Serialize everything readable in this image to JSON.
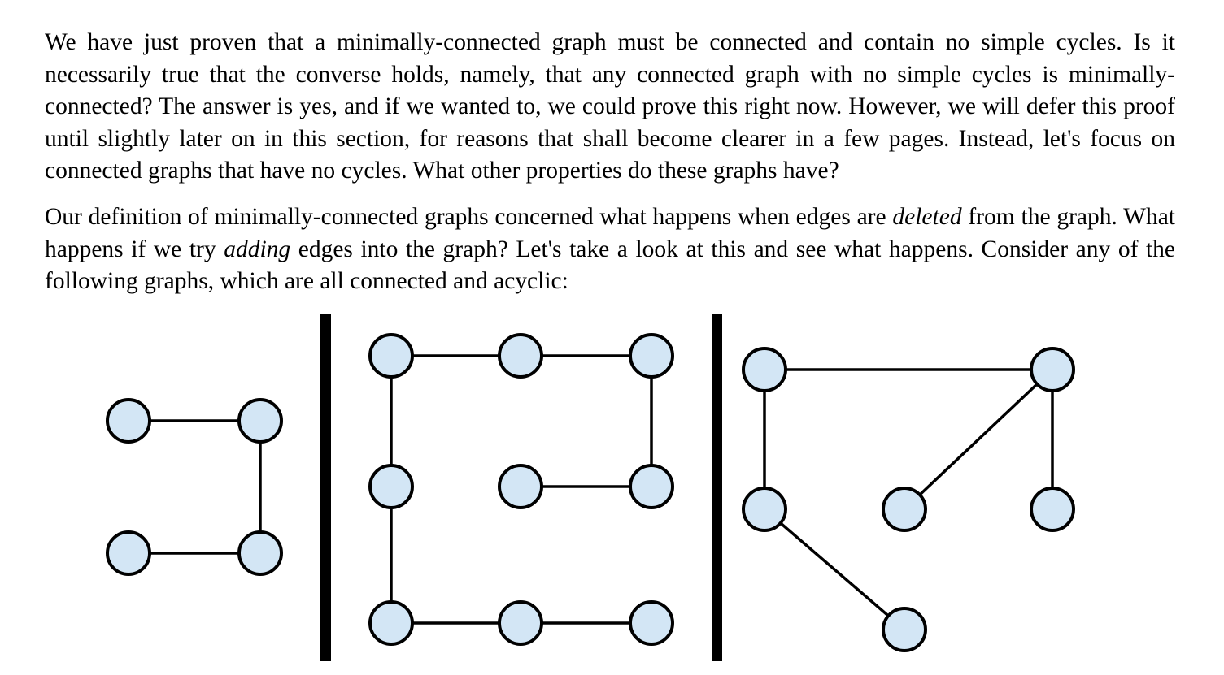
{
  "paragraphs": {
    "p1": "We have just proven that a minimally-connected graph must be connected and contain no simple cycles. Is it necessarily true that the converse holds, namely, that any connected graph with no simple cycles is mini­mally-connected? The answer is yes, and if we wanted to, we could prove this right now. However, we will defer this proof until slightly later on in this section, for reasons that shall become clearer in a few pages. In­stead, let's focus on connected graphs that have no cycles. What other properties do these graphs have?",
    "p2_a": "Our definition of minimally-connected graphs concerned what happens when edges are ",
    "p2_em1": "deleted",
    "p2_b": " from the graph. What happens if we try ",
    "p2_em2": "adding",
    "p2_c": " edges into the graph? Let's take a look at this and see what happens. Consider any of the following graphs, which are all connected and acyclic:"
  },
  "figure": {
    "node_fill": "#d3e6f5",
    "stroke": "#000000",
    "graphs": [
      {
        "name": "graph-a",
        "nodes": [
          "a1",
          "a2",
          "a3",
          "a4"
        ],
        "edges": [
          [
            "a1",
            "a2"
          ],
          [
            "a2",
            "a4"
          ],
          [
            "a3",
            "a4"
          ]
        ]
      },
      {
        "name": "graph-b",
        "nodes": [
          "b1",
          "b2",
          "b3",
          "b4",
          "b5",
          "b6",
          "b7",
          "b8",
          "b9"
        ],
        "edges": [
          [
            "b1",
            "b2"
          ],
          [
            "b2",
            "b3"
          ],
          [
            "b1",
            "b4"
          ],
          [
            "b4",
            "b7"
          ],
          [
            "b7",
            "b8"
          ],
          [
            "b8",
            "b9"
          ],
          [
            "b3",
            "b6"
          ],
          [
            "b5",
            "b6"
          ]
        ]
      },
      {
        "name": "graph-c",
        "nodes": [
          "c1",
          "c2",
          "c3",
          "c4",
          "c5",
          "c6"
        ],
        "edges": [
          [
            "c1",
            "c2"
          ],
          [
            "c1",
            "c4"
          ],
          [
            "c2",
            "c3"
          ],
          [
            "c2",
            "c5"
          ],
          [
            "c4",
            "c6"
          ]
        ]
      }
    ]
  }
}
